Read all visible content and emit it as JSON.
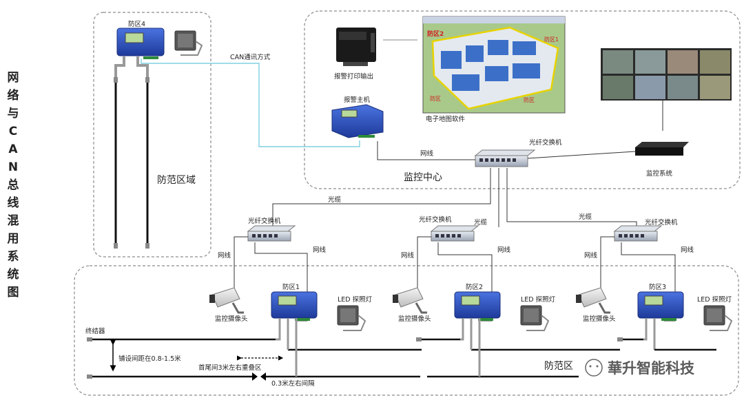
{
  "title_chars": [
    "网",
    "络",
    "与",
    "C",
    "A",
    "N",
    "总",
    "线",
    "混",
    "用",
    "系",
    "统",
    "图"
  ],
  "labels": {
    "zone4": "防区4",
    "zone1": "防区1",
    "zone2": "防区2",
    "zone3": "防区3",
    "can_mode": "CAN通讯方式",
    "defense_area": "防范区域",
    "defense_area_bottom": "防范区",
    "monitor_center": "监控中心",
    "alarm_print": "报警打印输出",
    "alarm_host": "报警主机",
    "emap_software": "电子地图软件",
    "fiber_switch": "光纤交换机",
    "monitor_system": "监控系统",
    "network_cable": "网线",
    "fiber_cable": "光缆",
    "camera": "监控摄像头",
    "led_light": "LED 探照灯",
    "terminator": "终结器",
    "spacing": "铺设间距在0.8-1.5米",
    "overlap": "首尾间3米左右重叠区",
    "gap": "0.3米左右间隔",
    "watermark": "華升智能科技"
  },
  "map_labels": {
    "zone2": "防区2",
    "zone1": "防区1",
    "zone_a": "防区",
    "zone_b": "防区"
  },
  "colors": {
    "device_blue": "#2b4fb8",
    "can_line": "#7fd0e0",
    "dash": "#8a8a8a"
  }
}
